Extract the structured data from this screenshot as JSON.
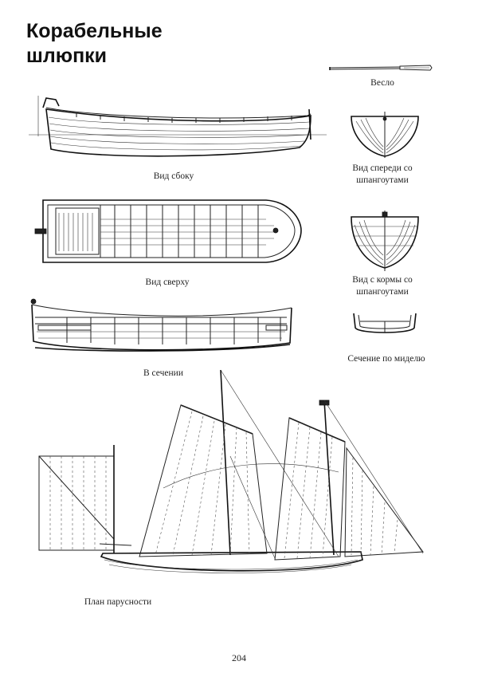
{
  "document": {
    "title_line1": "Корабельные",
    "title_line2": "шлюпки",
    "page_number": "204"
  },
  "captions": {
    "oar": "Весло",
    "side_view": "Вид сбоку",
    "front_view_line1": "Вид спереди со",
    "front_view_line2": "шпангоутами",
    "top_view": "Вид сверху",
    "stern_view_line1": "Вид с кормы со",
    "stern_view_line2": "шпангоутами",
    "section_view": "В сечении",
    "midship_section": "Сечение по миделю",
    "sail_plan": "План парусности"
  }
}
